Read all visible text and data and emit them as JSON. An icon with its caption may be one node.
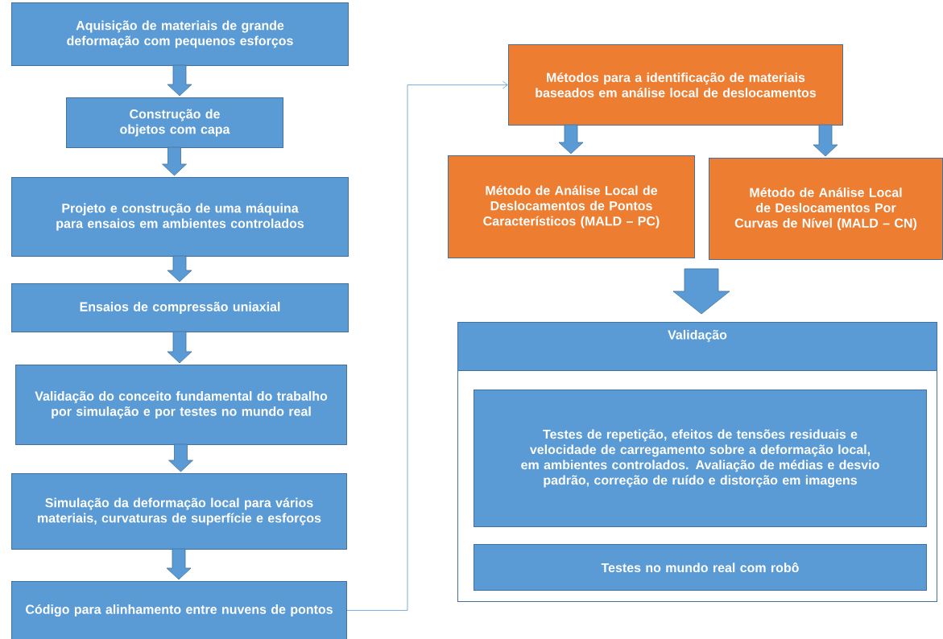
{
  "diagram": {
    "nodes": [
      {
        "text": [
          "Aquisição de materiais de grande deformação com pequenos esforços"
        ]
      },
      {
        "text": [
          "Construção de objetos com capa"
        ]
      },
      {
        "text": [
          "Projeto e construção de uma máquina para ensaios em ambientes controlados"
        ]
      },
      {
        "text": [
          "Ensaios de compressão uniaxial"
        ]
      },
      {
        "text": [
          "Validação do conceito fundamental do trabalho por simulação e por testes no mundo real"
        ]
      },
      {
        "text": [
          "Simulação da deformação local para vários materiais, curvaturas de superfície e esforços"
        ]
      },
      {
        "text": [
          "Código para alinhamento entre nuvens de pontos"
        ]
      },
      {
        "text": [
          "Métodos para a identificação de materiais baseados em análise local de deslocamentos"
        ]
      },
      {
        "text": [
          "Método de Análise Local de Deslocamentos de Pontos Característicos (MALD – PC)"
        ]
      },
      {
        "text": [
          "Método de Análise Local de Deslocamentos Por Curvas de Nível (MALD – CN)"
        ]
      },
      {
        "text": [
          "Validação"
        ]
      },
      {
        "text": [
          "Testes de repetição, efeitos de tensões residuais e velocidade de carregamento sobre a deformação local,  em ambientes controlados. Avaliação de médias e desvio padrão, correção de ruído e distorção em imagens"
        ],
        "in": 10
      },
      {
        "text": [
          "Testes no mundo real com robô"
        ],
        "in": 10
      }
    ],
    "edges": [
      {
        "from": 0,
        "to": 1,
        "arrow": "to"
      },
      {
        "from": 1,
        "to": 2,
        "arrow": "to"
      },
      {
        "from": 2,
        "to": 3,
        "arrow": "to"
      },
      {
        "from": 3,
        "to": 4,
        "arrow": "to"
      },
      {
        "from": 4,
        "to": 5,
        "arrow": "to"
      },
      {
        "from": 5,
        "to": 6,
        "arrow": "to"
      },
      {
        "from": 6,
        "to": 7,
        "arrow": "to"
      },
      {
        "from": 7,
        "to": 8,
        "arrow": "to"
      },
      {
        "from": 7,
        "to": 9,
        "arrow": "to"
      },
      {
        "from": 8,
        "to": 10,
        "arrow": "to"
      },
      {
        "from": 9,
        "to": 10,
        "arrow": "to"
      }
    ]
  }
}
